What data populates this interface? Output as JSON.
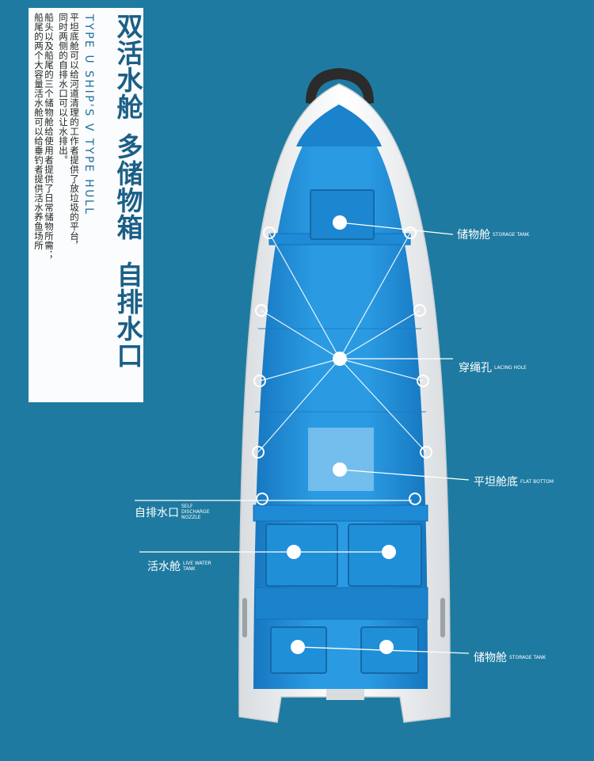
{
  "heading": {
    "line1": "双活水舱",
    "line2": "多储物箱",
    "line3": "自排水口"
  },
  "subtitle_en": "TYPE U SHIP'S V TYPE HULL",
  "description": [
    "平坦底舱可以给河道清理的工作者提供了放垃圾的平台，",
    "同时两侧的自排水口可以让水排出。",
    "船头以及船尾的三个储物舱给使用者提供了日常储物所需；",
    "船尾的两个大容量活水舱可以给垂钓者提供活水养鱼场所"
  ],
  "callouts": {
    "storage_front": {
      "zh": "储物舱",
      "en": "STORAGE TANK"
    },
    "lacing_hole": {
      "zh": "穿绳孔",
      "en": "LACING HOLE"
    },
    "flat_bottom": {
      "zh": "平坦舱底",
      "en": "FLAT BOTTOM"
    },
    "self_discharge": {
      "zh": "自排水口",
      "en": "SELF DISCHARGE NOZZLE"
    },
    "live_water": {
      "zh": "活水舱",
      "en": "LIVE WATER TANK"
    },
    "storage_rear": {
      "zh": "储物舱",
      "en": "STORAGE TANK"
    }
  },
  "colors": {
    "background": "#1e7aa0",
    "hull_white": "#f4f6f7",
    "hull_blue": "#1f8fd8",
    "hull_blue_dark": "#1677c0",
    "title_blue": "#1a5f86"
  }
}
